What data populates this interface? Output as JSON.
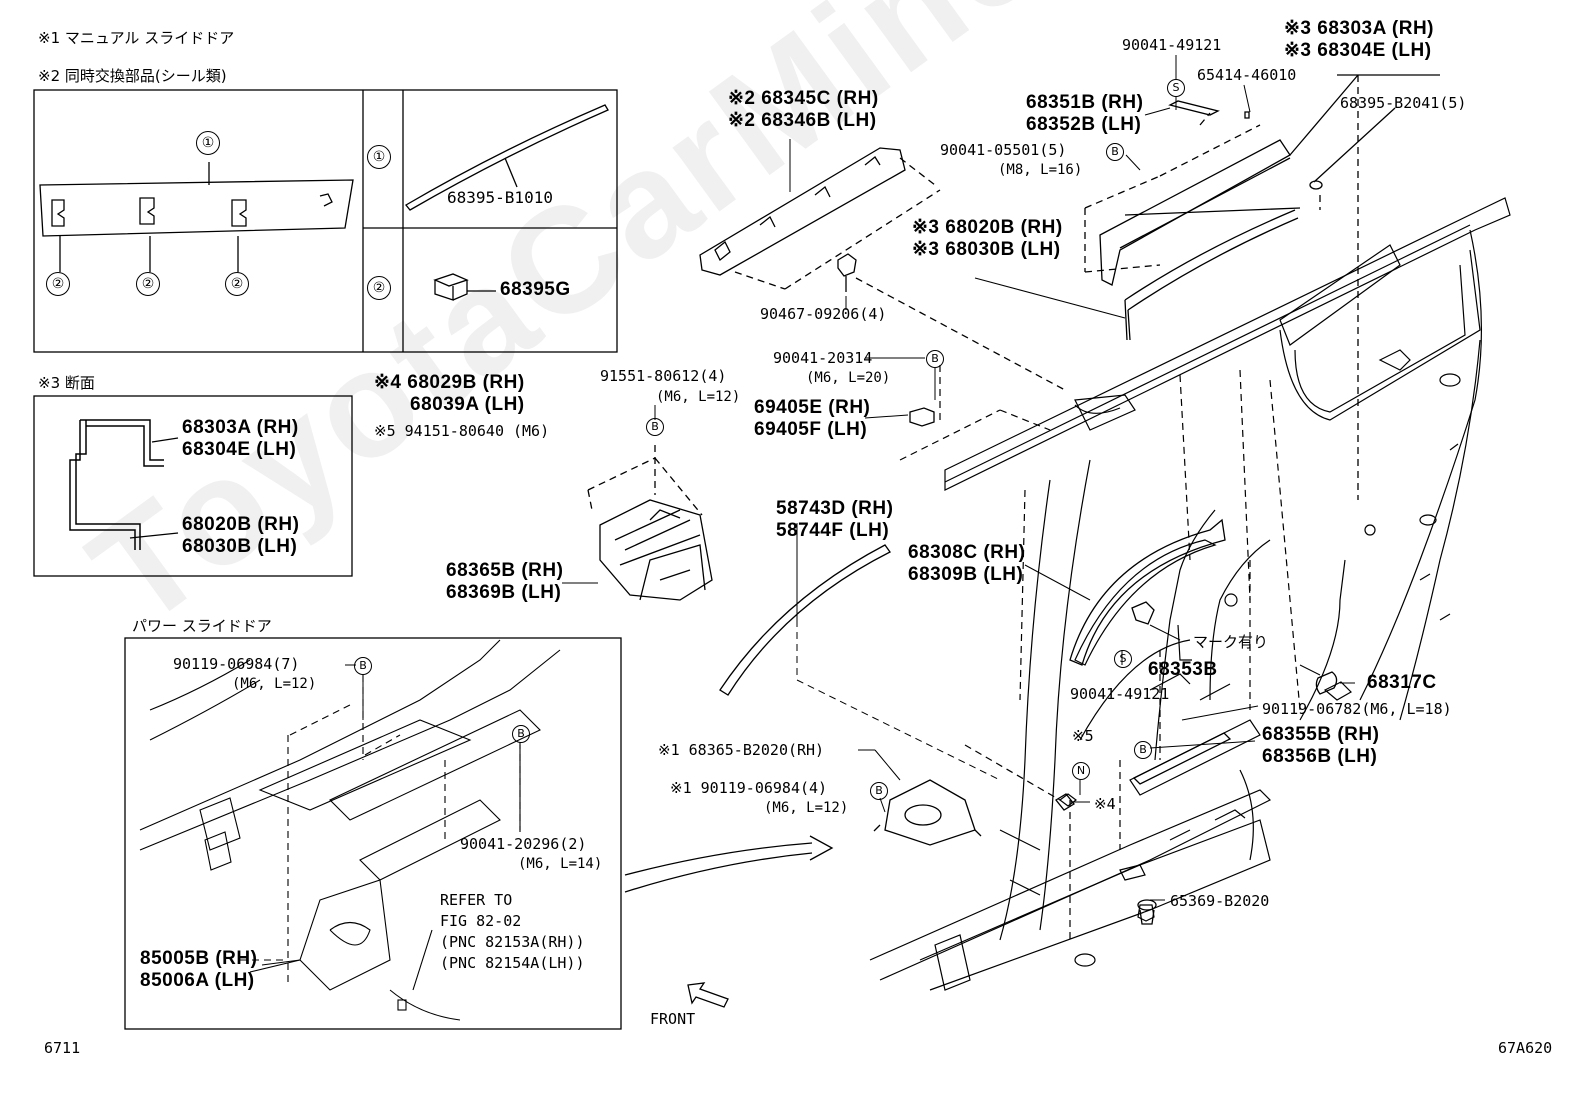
{
  "header": {
    "note1": "※1 マニュアル スライドドア",
    "note2": "※2 同時交換部品(シール類)",
    "note3": "※3 断面",
    "power_door": "パワー スライドドア"
  },
  "watermark": "ToyotaCarMine.ru",
  "inset": {
    "circle1": "①",
    "circle2": "②",
    "part_1010": "68395-B1010",
    "part_g": "68395G"
  },
  "section": {
    "a_rh": "68303A (RH)",
    "a_lh": "68304E (LH)",
    "b_rh": "68020B (RH)",
    "b_lh": "68030B (LH)"
  },
  "labels": {
    "p68345c": "※2 68345C (RH)",
    "p68346b": "※2 68346B (LH)",
    "p90467": "90467-09206(4)",
    "p90041_49121_top": "90041-49121",
    "p65414": "65414-46010",
    "p68303a": "※3 68303A (RH)",
    "p68304e": "※3 68304E (LH)",
    "p68351b": "68351B (RH)",
    "p68352b": "68352B (LH)",
    "p68395b2041": "68395-B2041(5)",
    "p90041_05501": "90041-05501(5)",
    "p90041_05501_spec": "(M8, L=16)",
    "p68020b": "※3 68020B (RH)",
    "p68030b": "※3 68030B (LH)",
    "p90041_20314": "90041-20314",
    "p90041_20314_spec": "(M6, L=20)",
    "p69405e": "69405E (RH)",
    "p69405f": "69405F (LH)",
    "p68029b": "※4 68029B (RH)",
    "p68039a": "68039A (LH)",
    "p94151": "※5 94151-80640 (M6)",
    "p91551": "91551-80612(4)",
    "p91551_spec": "(M6, L=12)",
    "p58743d": "58743D (RH)",
    "p58744f": "58744F (LH)",
    "p68308c": "68308C (RH)",
    "p68309b": "68309B (LH)",
    "p68365b": "68365B (RH)",
    "p68369b": "68369B (LH)",
    "mark": "マーク有り",
    "p68317c": "68317C",
    "p68353b": "68353B",
    "p90041_49121_bot": "90041-49121",
    "p90119_06782": "90119-06782(M6, L=18)",
    "p68355b": "68355B (RH)",
    "p68356b": "68356B (LH)",
    "p68365_b2020": "※1 68365-B2020(RH)",
    "p90119_06984_4": "※1 90119-06984(4)",
    "p90119_06984_4_spec": "(M6, L=12)",
    "note5": "※5",
    "note4": "※4",
    "p65369": "65369-B2020",
    "p90119_06984_7": "90119-06984(7)",
    "p90119_06984_7_spec": "(M6, L=12)",
    "p90041_20296": "90041-20296(2)",
    "p90041_20296_spec": "(M6, L=14)",
    "refer1": "REFER TO",
    "refer2": "FIG 82-02",
    "refer3": "(PNC 82153A(RH))",
    "refer4": "(PNC 82154A(LH))",
    "p85005b": "85005B (RH)",
    "p85006a": "85006A (LH)",
    "front": "FRONT",
    "page_num": "6711",
    "fig_code": "67A620"
  },
  "symbols": {
    "S": "S",
    "B": "B",
    "N": "N"
  }
}
